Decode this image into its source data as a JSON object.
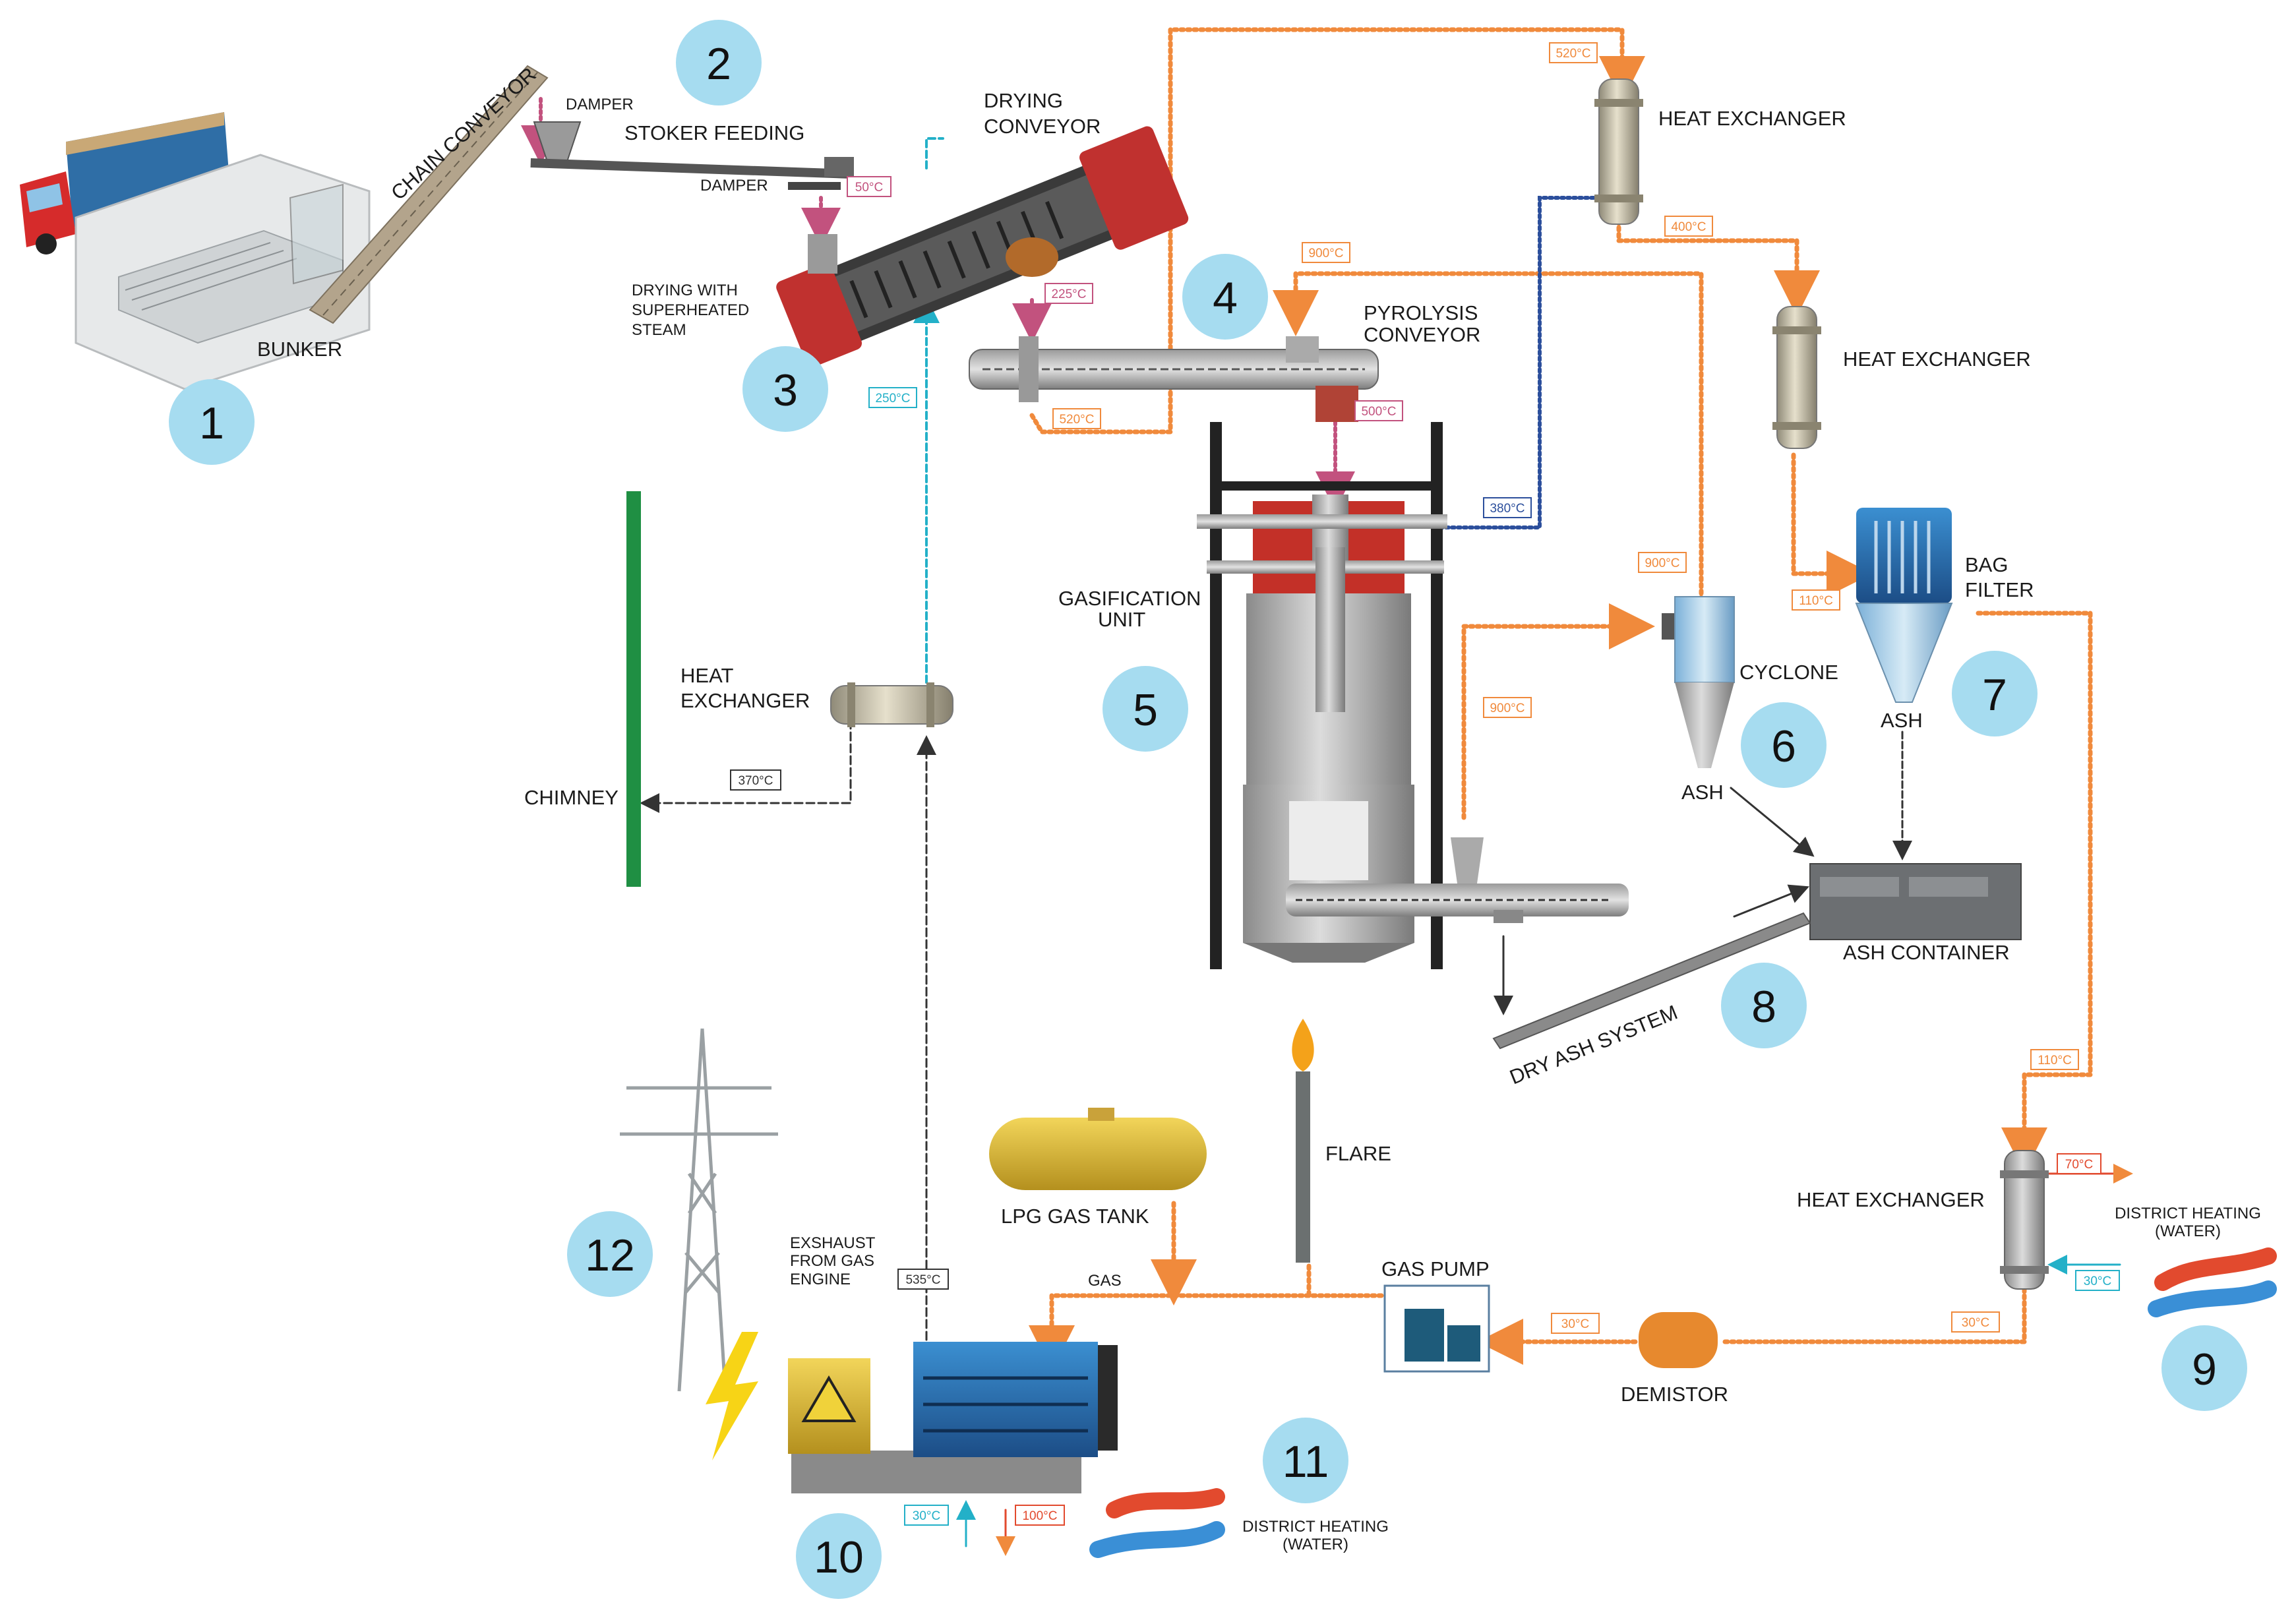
{
  "labels": {
    "chain_conveyor": "CHAIN CONVEYOR",
    "bunker": "BUNKER",
    "damper_top": "DAMPER",
    "stoker_feeding": "STOKER FEEDING",
    "damper_bottom": "DAMPER",
    "drying_conveyor_1": "DRYING",
    "drying_conveyor_2": "CONVEYOR",
    "drying_steam_1": "DRYING WITH",
    "drying_steam_2": "SUPERHEATED",
    "drying_steam_3": "STEAM",
    "pyrolysis_1": "PYROLYSIS",
    "pyrolysis_2": "CONVEYOR",
    "heat_exchanger_top": "HEAT EXCHANGER",
    "heat_exchanger_mid": "HEAT EXCHANGER",
    "bag_filter_1": "BAG",
    "bag_filter_2": "FILTER",
    "ash_bag": "ASH",
    "cyclone": "CYCLONE",
    "ash_cyclone": "ASH",
    "ash_container": "ASH CONTAINER",
    "dry_ash_system": "DRY ASH SYSTEM",
    "gasification_1": "GASIFICATION",
    "gasification_2": "UNIT",
    "heat_exchanger_left_1": "HEAT",
    "heat_exchanger_left_2": "EXCHANGER",
    "chimney": "CHIMNEY",
    "flare": "FLARE",
    "lpg_tank": "LPG GAS TANK",
    "gas": "GAS",
    "exhaust_1": "EXSHAUST",
    "exhaust_2": "FROM GAS",
    "exhaust_3": "ENGINE",
    "gas_pump": "GAS PUMP",
    "demistor": "DEMISTOR",
    "heat_exchanger_bottom": "HEAT EXCHANGER",
    "dh_right_1": "DISTRICT HEATING",
    "dh_right_2": "(WATER)",
    "dh_bottom_1": "DISTRICT HEATING",
    "dh_bottom_2": "(WATER)"
  },
  "temperatures": {
    "t_50": "50°C",
    "t_225": "225°C",
    "t_250": "250°C",
    "t_520_top": "520°C",
    "t_520_pyro": "520°C",
    "t_900_top": "900°C",
    "t_400": "400°C",
    "t_500": "500°C",
    "t_380": "380°C",
    "t_900_cyc": "900°C",
    "t_900_gas": "900°C",
    "t_110_bag": "110°C",
    "t_110_right": "110°C",
    "t_370": "370°C",
    "t_535": "535°C",
    "t_70": "70°C",
    "t_30_right": "30°C",
    "t_30_pipe": "30°C",
    "t_30_demistor": "30°C",
    "t_30_engine": "30°C",
    "t_100_engine": "100°C"
  },
  "steps": {
    "s1": "1",
    "s2": "2",
    "s3": "3",
    "s4": "4",
    "s5": "5",
    "s6": "6",
    "s7": "7",
    "s8": "8",
    "s9": "9",
    "s10": "10",
    "s11": "11",
    "s12": "12"
  },
  "colors": {
    "step_circle": "#a6dcf0",
    "hot_line": "#f08a3c",
    "steam_line": "#c2527e",
    "blue_line": "#2c4f9c",
    "cyan_line": "#23b0c8",
    "exhaust_line": "#333333",
    "chimney": "#1f8f43"
  }
}
